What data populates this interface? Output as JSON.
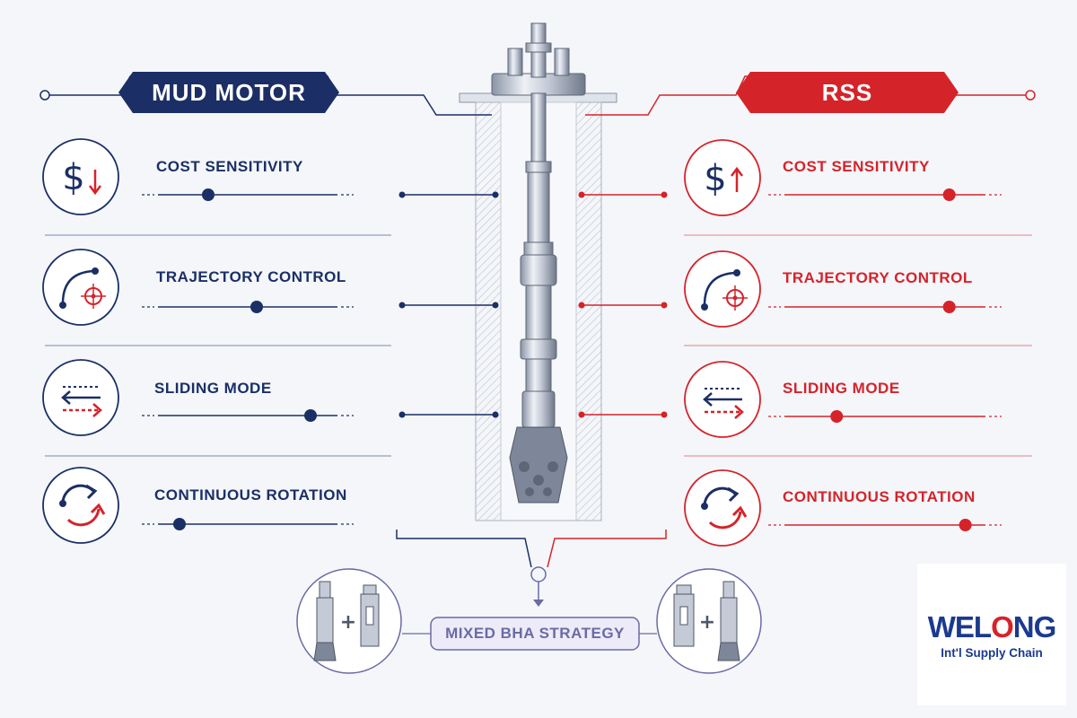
{
  "colors": {
    "motor": "#1b2f66",
    "rss": "#d5232a",
    "neutral": "#6b6aa6",
    "background": "#f4f6fa"
  },
  "mud_motor": {
    "title": "MUD MOTOR",
    "rows": [
      {
        "label": "COST SENSITIVITY",
        "icon": "dollar-down-icon",
        "level": 0.28
      },
      {
        "label": "TRAJECTORY CONTROL",
        "icon": "trajectory-target-icon",
        "level": 0.55
      },
      {
        "label": "SLIDING MODE",
        "icon": "sliding-arrows-icon",
        "level": 0.85
      },
      {
        "label": "CONTINUOUS ROTATION",
        "icon": "rotation-arrows-icon",
        "level": 0.12
      }
    ]
  },
  "rss": {
    "title": "RSS",
    "rows": [
      {
        "label": "COST SENSITIVITY",
        "icon": "dollar-up-icon",
        "level": 0.82
      },
      {
        "label": "TRAJECTORY CONTROL",
        "icon": "trajectory-target-icon",
        "level": 0.82
      },
      {
        "label": "SLIDING MODE",
        "icon": "sliding-arrows-icon",
        "level": 0.26
      },
      {
        "label": "CONTINUOUS ROTATION",
        "icon": "rotation-arrows-icon",
        "level": 0.9
      }
    ]
  },
  "mixed": {
    "label": "MIXED BHA STRATEGY",
    "icons": [
      "bha-tools-icon",
      "bha-tools-icon"
    ]
  },
  "logo": {
    "main_left": "WEL",
    "main_o": "O",
    "main_right": "NG",
    "sub": "Int'l Supply Chain"
  }
}
